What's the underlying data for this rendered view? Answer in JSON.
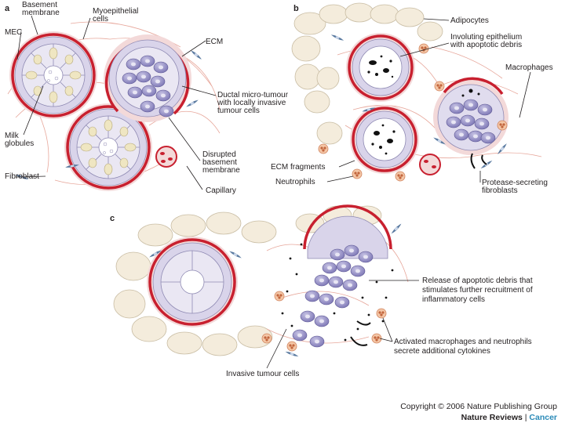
{
  "panels": {
    "a": "a",
    "b": "b",
    "c": "c"
  },
  "labels": {
    "basement_membrane": [
      "Basement",
      "membrane"
    ],
    "myoepithelial": [
      "Myoepithelial",
      "cells"
    ],
    "mec": "MEC",
    "ecm": "ECM",
    "ductal": [
      "Ductal micro-tumour",
      "with locally invasive",
      "tumour cells"
    ],
    "milk": [
      "Milk",
      "globules"
    ],
    "disrupted": [
      "Disrupted",
      "basement",
      "membrane"
    ],
    "fibroblast": "Fibroblast",
    "capillary": "Capillary",
    "adipocytes": "Adipocytes",
    "involuting": [
      "Involuting epithelium",
      "with apoptotic debris"
    ],
    "macrophages": "Macrophages",
    "ecm_fragments": "ECM fragments",
    "neutrophils": "Neutrophils",
    "protease": [
      "Protease-secreting",
      "fibroblasts"
    ],
    "release": [
      "Release of apoptotic debris that",
      "stimulates further recruitment of",
      "inflammatory cells"
    ],
    "activated": [
      "Activated macrophages and neutrophils",
      "secrete additional cytokines"
    ],
    "invasive": "Invasive tumour cells"
  },
  "footer": {
    "copyright": "Copyright © 2006 Nature Publishing Group",
    "brand": "Nature Reviews",
    "separator": " | ",
    "journal": "Cancer"
  },
  "colors": {
    "membrane": "#c8202f",
    "myoepithelial": "#d9d4ea",
    "epithelial": "#e9e6f2",
    "nucleus": "#efe6c2",
    "tumour": "#8c86c0",
    "adipocyte": "#f4ecdc",
    "ecm_fibre": "#e7a79b",
    "fibroblast": "#5a7aa0",
    "neutrophil": "#e8a07a"
  }
}
